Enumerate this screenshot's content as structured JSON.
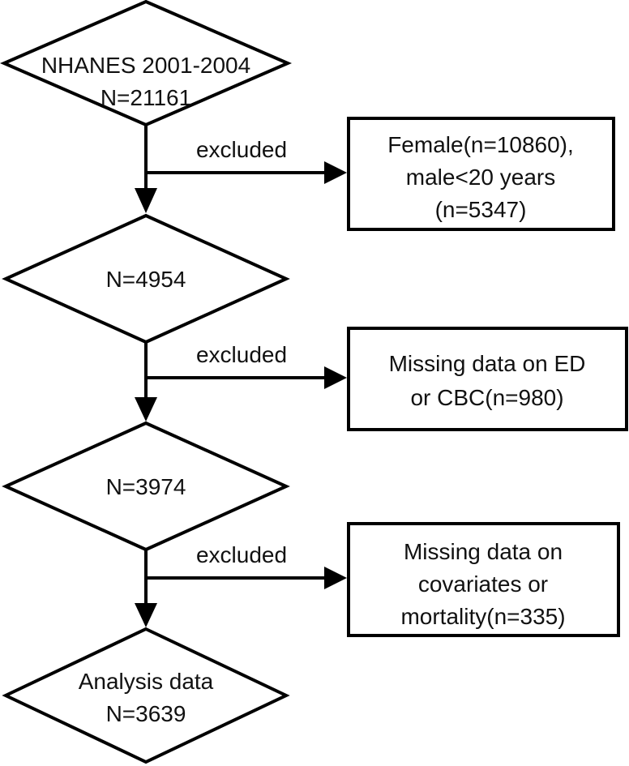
{
  "flowchart": {
    "steps": [
      {
        "line1": "NHANES 2001-2004",
        "line2": "N=21161"
      },
      {
        "line1": "N=4954"
      },
      {
        "line1": "N=3974"
      },
      {
        "line1": "Analysis data",
        "line2": "N=3639"
      }
    ],
    "exclusions": [
      {
        "edge_label": "excluded",
        "line1": "Female(n=10860),",
        "line2": "male<20 years",
        "line3": "(n=5347)"
      },
      {
        "edge_label": "excluded",
        "line1": "Missing data on ED",
        "line2": "or CBC(n=980)"
      },
      {
        "edge_label": "excluded",
        "line1": "Missing data on",
        "line2": "covariates or",
        "line3": "mortality(n=335)"
      }
    ]
  },
  "colors": {
    "stroke": "#000000",
    "background": "#ffffff"
  }
}
